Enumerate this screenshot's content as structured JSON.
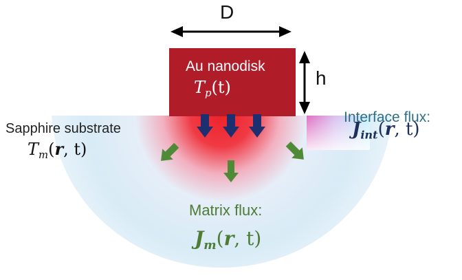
{
  "dimensions": {
    "diameter": "D",
    "height": "h"
  },
  "nanodisk": {
    "title": "Au nanodisk",
    "temperature": {
      "symbol": "T",
      "sub": "p",
      "args": "(t)"
    },
    "color": "#b11c29"
  },
  "substrate": {
    "title": "Sapphire substrate",
    "temperature": {
      "symbol": "T",
      "sub": "m",
      "args_open": "(",
      "r": "r",
      "args_close": ", t)"
    }
  },
  "interface": {
    "title": "Interface flux:",
    "flux": {
      "symbol": "J",
      "sub": "int",
      "args_open": "(",
      "r": "r",
      "args_close": ", t)"
    }
  },
  "matrix": {
    "title": "Matrix flux:",
    "flux": {
      "symbol": "J",
      "sub": "m",
      "args_open": "(",
      "r": "r",
      "args_close": ", t)"
    }
  },
  "colors": {
    "heat_core": "#e8242c",
    "substrate_edge": "#dcecf6",
    "interface_arrow": "#1d2f6e",
    "matrix_arrow": "#4f8a37",
    "interface_text": "#2e6f84",
    "matrix_text": "#4e7b36"
  }
}
